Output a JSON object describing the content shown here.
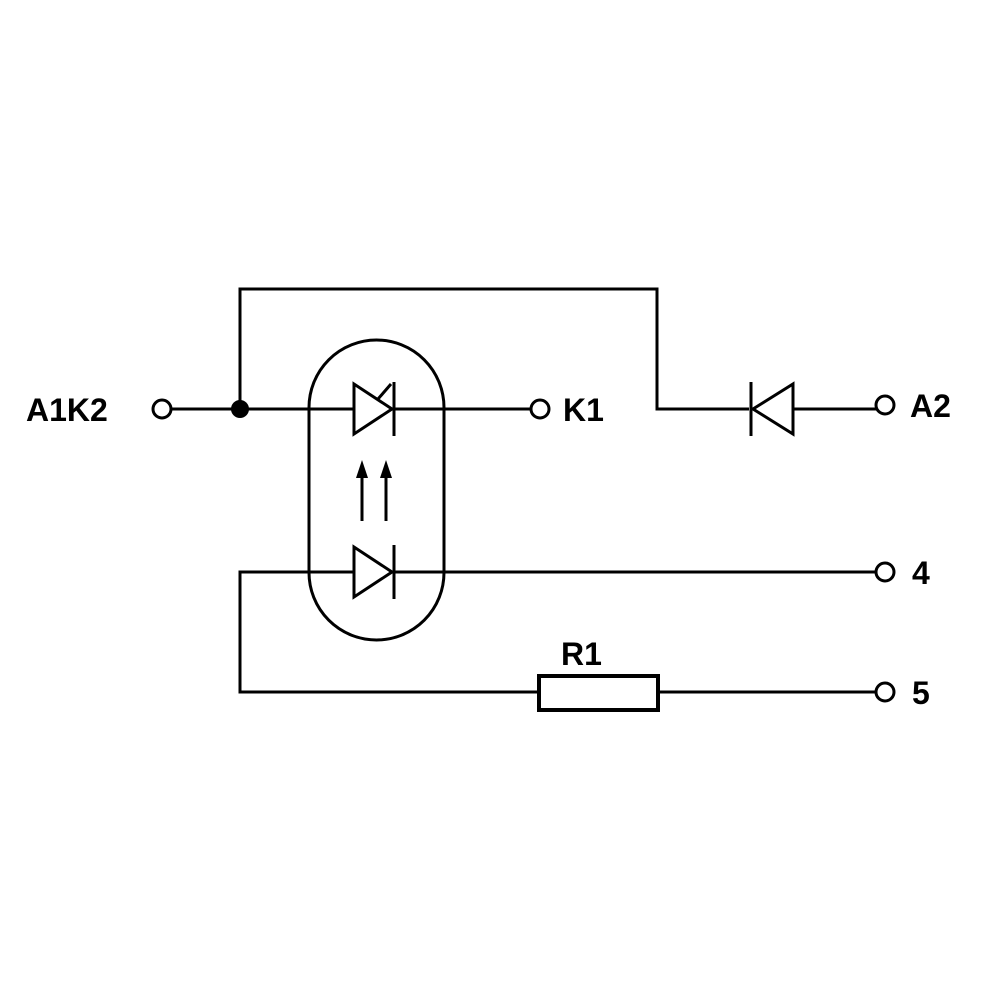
{
  "diagram": {
    "colors": {
      "background": "#ffffff",
      "line": "#000000"
    },
    "terminals": {
      "a1k2": "A1K2",
      "k1": "K1",
      "a2": "A2",
      "pin4": "4",
      "pin5": "5"
    },
    "resistor": {
      "label": "R1"
    },
    "icons": {
      "thyristor": "thyristor-icon",
      "led": "led-icon",
      "diode": "diode-icon",
      "light_arrows": "light-arrows-icon",
      "junction": "junction-dot-icon",
      "terminal": "terminal-circle-icon"
    }
  }
}
